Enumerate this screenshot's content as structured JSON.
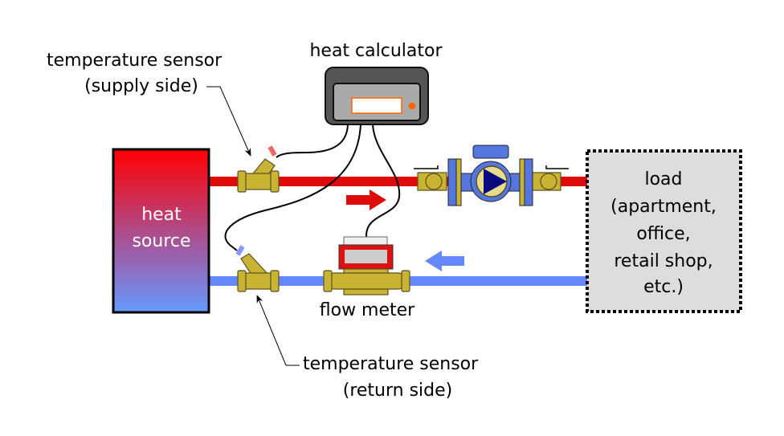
{
  "labels": {
    "heat_calculator": "heat calculator",
    "supply_sensor_line1": "temperature sensor",
    "supply_sensor_line2": "(supply side)",
    "return_sensor_line1": "temperature sensor",
    "return_sensor_line2": "(return side)",
    "flow_meter": "flow meter",
    "heat_source_line1": "heat",
    "heat_source_line2": "source",
    "load_lines": [
      "load",
      "(apartment,",
      "office,",
      "retail shop,",
      "etc.)"
    ]
  },
  "colors": {
    "supply_pipe": "#dd0b0b",
    "return_pipe": "#6688ff",
    "brass": "#c8b432",
    "pump_blue": "#5577dd",
    "calculator_body": "#555555",
    "display_border": "#ff6600",
    "load_fill": "#dddddd"
  }
}
